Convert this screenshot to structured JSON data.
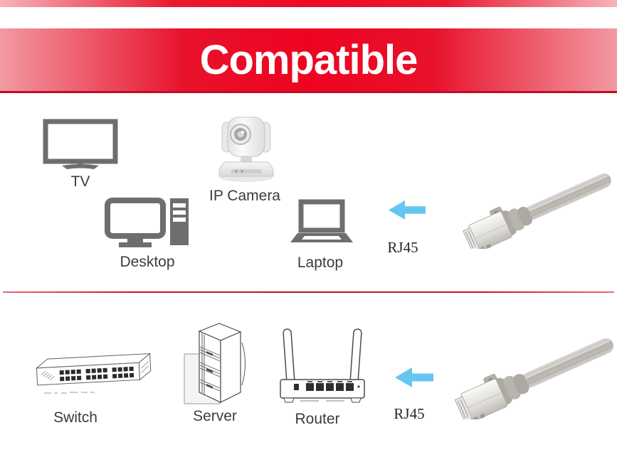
{
  "banner": {
    "title": "Compatible"
  },
  "top_section": {
    "devices": [
      {
        "icon": "tv-icon",
        "label": "TV"
      },
      {
        "icon": "ip-camera-icon",
        "label": "IP Camera"
      },
      {
        "icon": "desktop-icon",
        "label": "Desktop"
      },
      {
        "icon": "laptop-icon",
        "label": "Laptop"
      }
    ],
    "arrow_icon": "left-arrow-icon",
    "cable_icon": "rj45-cable-image",
    "cable_label": "RJ45"
  },
  "bottom_section": {
    "devices": [
      {
        "icon": "switch-icon",
        "label": "Switch"
      },
      {
        "icon": "server-icon",
        "label": "Server"
      },
      {
        "icon": "router-icon",
        "label": "Router"
      }
    ],
    "arrow_icon": "left-arrow-icon",
    "cable_icon": "rj45-cable-image",
    "cable_label": "RJ45"
  },
  "colors": {
    "banner_red_center": "#ee0421",
    "banner_edge_pink": "#f29aa3",
    "banner_bottom_line": "#c00d26",
    "top_strip_red": "#ee0a26",
    "divider_red": "#d2152e",
    "arrow_blue": "#63c7ef",
    "icon_gray": "#6e6e6e",
    "label_color": "#3b3b40"
  }
}
